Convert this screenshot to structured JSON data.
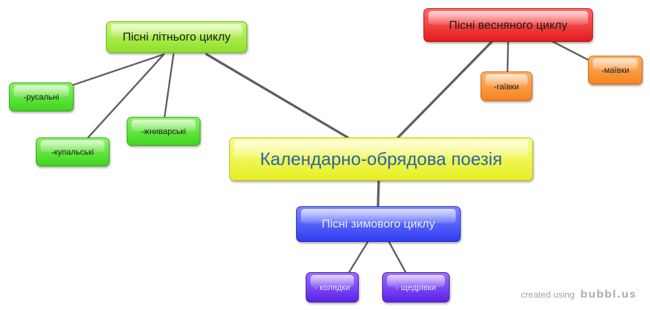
{
  "nodes": {
    "central": "Календарно-обрядова поезія",
    "summer": "Пісні літнього циклу",
    "spring": "Пісні весняного циклу",
    "winter": "Пісні зимового циклу",
    "rusal": "-русальні",
    "kupal": "-купальські",
    "zhnyv": "-жниварські",
    "haiv": "-гаївки",
    "maiv": "-маївки",
    "koliad": "- колядки",
    "shched": "- щедрівки"
  },
  "credit": {
    "prefix": "created using",
    "brand": "bubbl.us"
  },
  "colors": {
    "central": "#e6ef22",
    "summer": "#8fe028",
    "spring": "#e21c1c",
    "winter": "#2f3df0",
    "summer_children": "#3fd61e",
    "spring_children": "#f5841f",
    "winter_children": "#5b23e6",
    "connector": "#5f5f5f"
  }
}
